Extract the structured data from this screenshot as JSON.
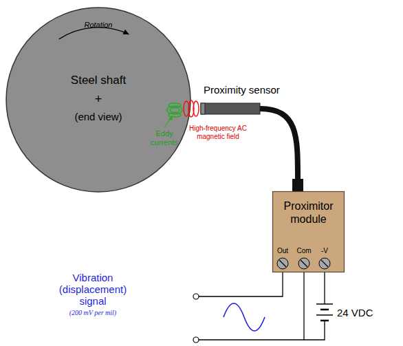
{
  "diagram": {
    "nodes": [
      {
        "text": [
          "Rotation",
          "Steel shaft",
          "+",
          "(end view)"
        ]
      },
      {
        "text": [
          "Proximity sensor"
        ]
      },
      {
        "text": [
          "Proximitor module"
        ]
      }
    ],
    "edges": [
      {
        "from": 1,
        "to": 2,
        "arrow": "none"
      }
    ],
    "labels": [
      "Eddy currents",
      "High-frequency AC magnetic field",
      "Out",
      "Com",
      "-V",
      "24 VDC",
      "Vibration (displacement) signal",
      "(200 mV per mil)"
    ]
  }
}
